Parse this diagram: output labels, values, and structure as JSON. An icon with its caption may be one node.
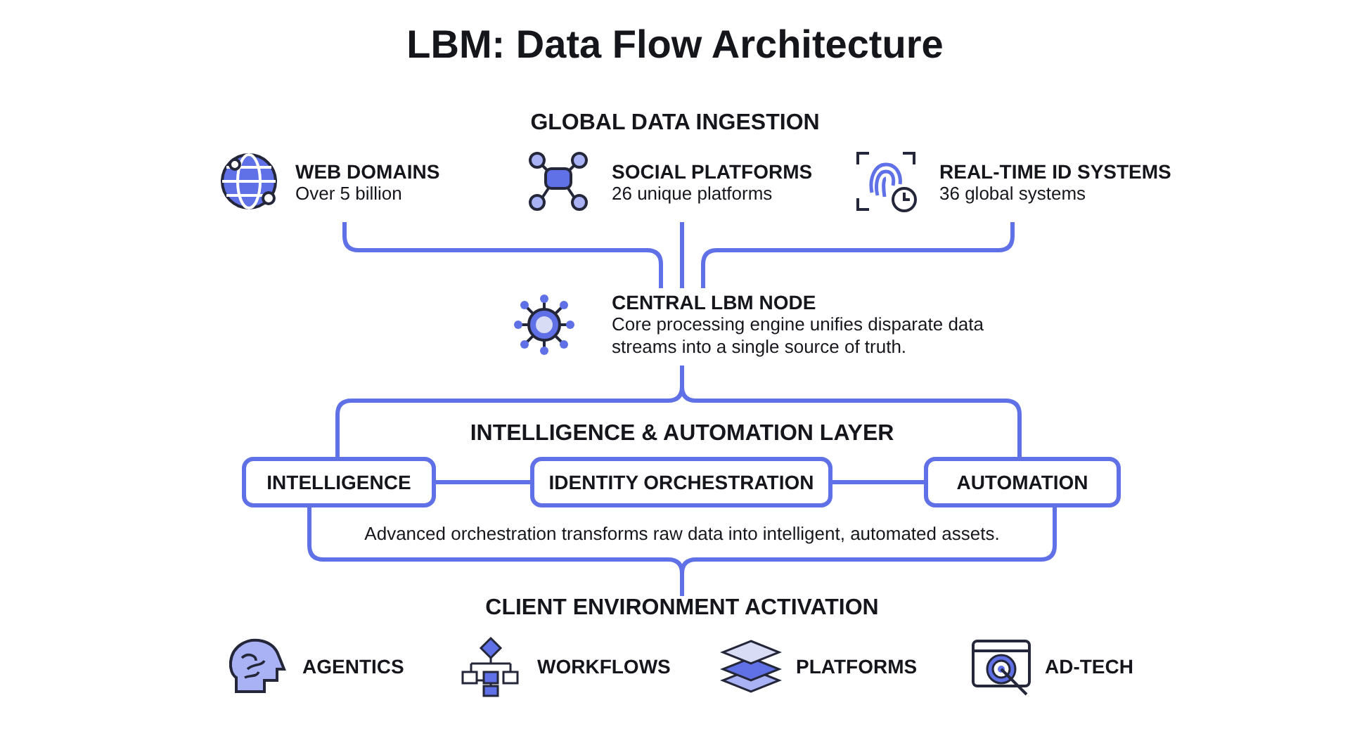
{
  "diagram": {
    "title": "LBM: Data Flow Architecture",
    "nodes": [
      {
        "text": [
          "WEB DOMAINS",
          "Over 5 billion"
        ]
      },
      {
        "text": [
          "SOCIAL PLATFORMS",
          "26 unique platforms"
        ]
      },
      {
        "text": [
          "REAL-TIME ID SYSTEMS",
          "36 global systems"
        ]
      },
      {
        "text": [
          "CENTRAL LBM NODE",
          "Core processing engine unifies disparate data streams into a single source of truth."
        ]
      },
      {
        "text": [
          "INTELLIGENCE"
        ]
      },
      {
        "text": [
          "IDENTITY ORCHESTRATION"
        ]
      },
      {
        "text": [
          "AUTOMATION"
        ]
      },
      {
        "text": [
          "CLIENT ENVIRONMENT ACTIVATION"
        ]
      }
    ],
    "edges": [
      {
        "from": 0,
        "to": 3,
        "arrow": "none"
      },
      {
        "from": 1,
        "to": 3,
        "arrow": "none"
      },
      {
        "from": 2,
        "to": 3,
        "arrow": "none"
      },
      {
        "from": 3,
        "to": 4,
        "arrow": "none"
      },
      {
        "from": 3,
        "to": 6,
        "arrow": "none"
      },
      {
        "from": 4,
        "to": 5,
        "arrow": "none"
      },
      {
        "from": 5,
        "to": 6,
        "arrow": "none"
      },
      {
        "from": 4,
        "to": 7,
        "arrow": "none"
      },
      {
        "from": 6,
        "to": 7,
        "arrow": "none"
      }
    ],
    "labels": [
      "GLOBAL DATA INGESTION",
      "INTELLIGENCE & AUTOMATION LAYER",
      "Advanced orchestration transforms raw data into intelligent, automated assets.",
      "AGENTICS",
      "WORKFLOWS",
      "PLATFORMS",
      "AD-TECH"
    ]
  }
}
